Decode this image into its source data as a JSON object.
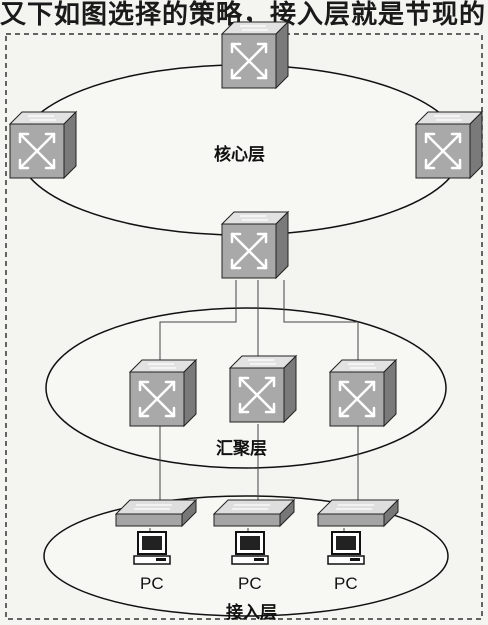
{
  "header_text": "又下如图选择的策略，接入层就是节现的",
  "layers": {
    "core": "核心层",
    "aggregation": "汇聚层",
    "access": "接入层"
  },
  "pcs": [
    "PC",
    "PC",
    "PC"
  ]
}
